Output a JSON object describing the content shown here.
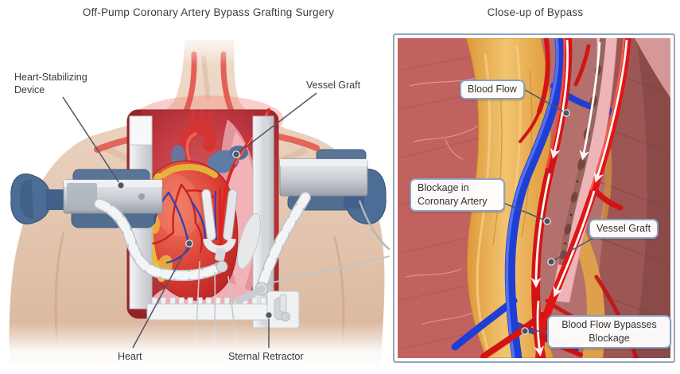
{
  "left_panel": {
    "title": "Off-Pump Coronary Artery Bypass Grafting Surgery",
    "labels": {
      "heart_stabilizing_device": "Heart-Stabilizing Device",
      "vessel_graft": "Vessel Graft",
      "heart": "Heart",
      "sternal_retractor": "Sternal Retractor"
    }
  },
  "right_panel": {
    "title": "Close-up of Bypass",
    "callouts": {
      "blood_flow": "Blood Flow",
      "blockage": "Blockage in Coronary Artery",
      "vessel_graft": "Vessel Graft",
      "bypass": "Blood Flow Bypasses Blockage"
    }
  },
  "colors": {
    "artery_red": "#d41414",
    "vein_blue": "#1f3fd4",
    "graft_pink": "#eeb5b9",
    "fat_yellow": "#e7a84d",
    "muscle_red": "#b4706d",
    "skin": "#e3bda6",
    "device_metal": "#c9cdd3",
    "handle_blue": "#4c6d95",
    "heart_red": "#d93a31",
    "callout_border": "#8ca0c0",
    "frame_border": "#97a5b9",
    "leader_line": "#4d5663"
  }
}
